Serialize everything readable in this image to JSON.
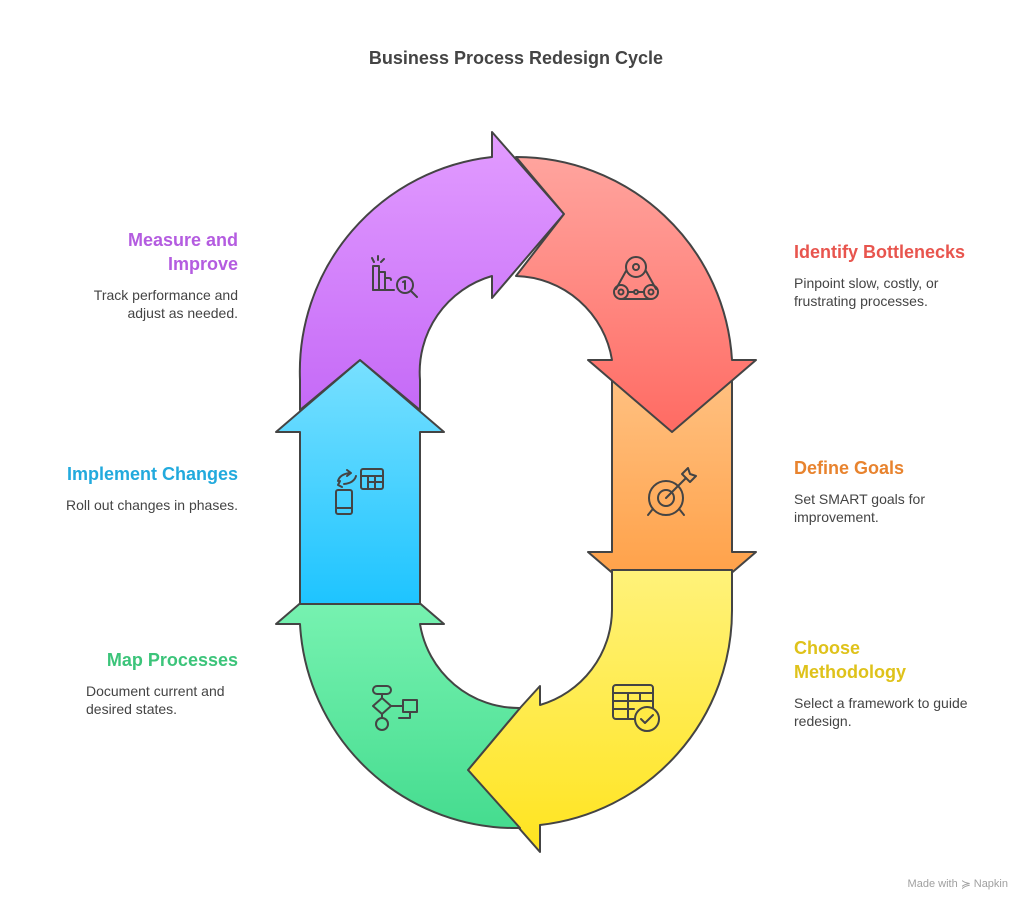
{
  "title": "Business Process Redesign Cycle",
  "steps": [
    {
      "id": "identify",
      "title": "Identify Bottlenecks",
      "description": "Pinpoint slow, costly, or frustrating processes.",
      "color": "#E8554E",
      "icon": "belt-drive-icon",
      "gradient": [
        "#FFA49E",
        "#FF6B63"
      ]
    },
    {
      "id": "goals",
      "title": "Define Goals",
      "description": "Set SMART goals for improvement.",
      "color": "#E8832E",
      "icon": "target-arrow-icon",
      "gradient": [
        "#FFC080",
        "#FF9A3C"
      ]
    },
    {
      "id": "methodology",
      "title": "Choose Methodology",
      "description": "Select a framework to guide redesign.",
      "color": "#DFC21A",
      "icon": "table-check-icon",
      "gradient": [
        "#FFF27A",
        "#FFE41F"
      ]
    },
    {
      "id": "map",
      "title": "Map Processes",
      "description": "Document current and desired states.",
      "color": "#3CC47A",
      "icon": "flowchart-icon",
      "gradient": [
        "#82F7B8",
        "#45DC8F"
      ]
    },
    {
      "id": "implement",
      "title": "Implement Changes",
      "description": "Roll out changes in phases.",
      "color": "#22AADD",
      "icon": "device-sync-icon",
      "gradient": [
        "#78E0FF",
        "#1EC4FF"
      ]
    },
    {
      "id": "measure",
      "title": "Measure and Improve",
      "description": "Track performance and adjust as needed.",
      "color": "#B45CE0",
      "icon": "chart-search-icon",
      "gradient": [
        "#E29CFF",
        "#C56AF7"
      ]
    }
  ],
  "footer": {
    "made_with": "Made with",
    "brand": "Napkin"
  }
}
